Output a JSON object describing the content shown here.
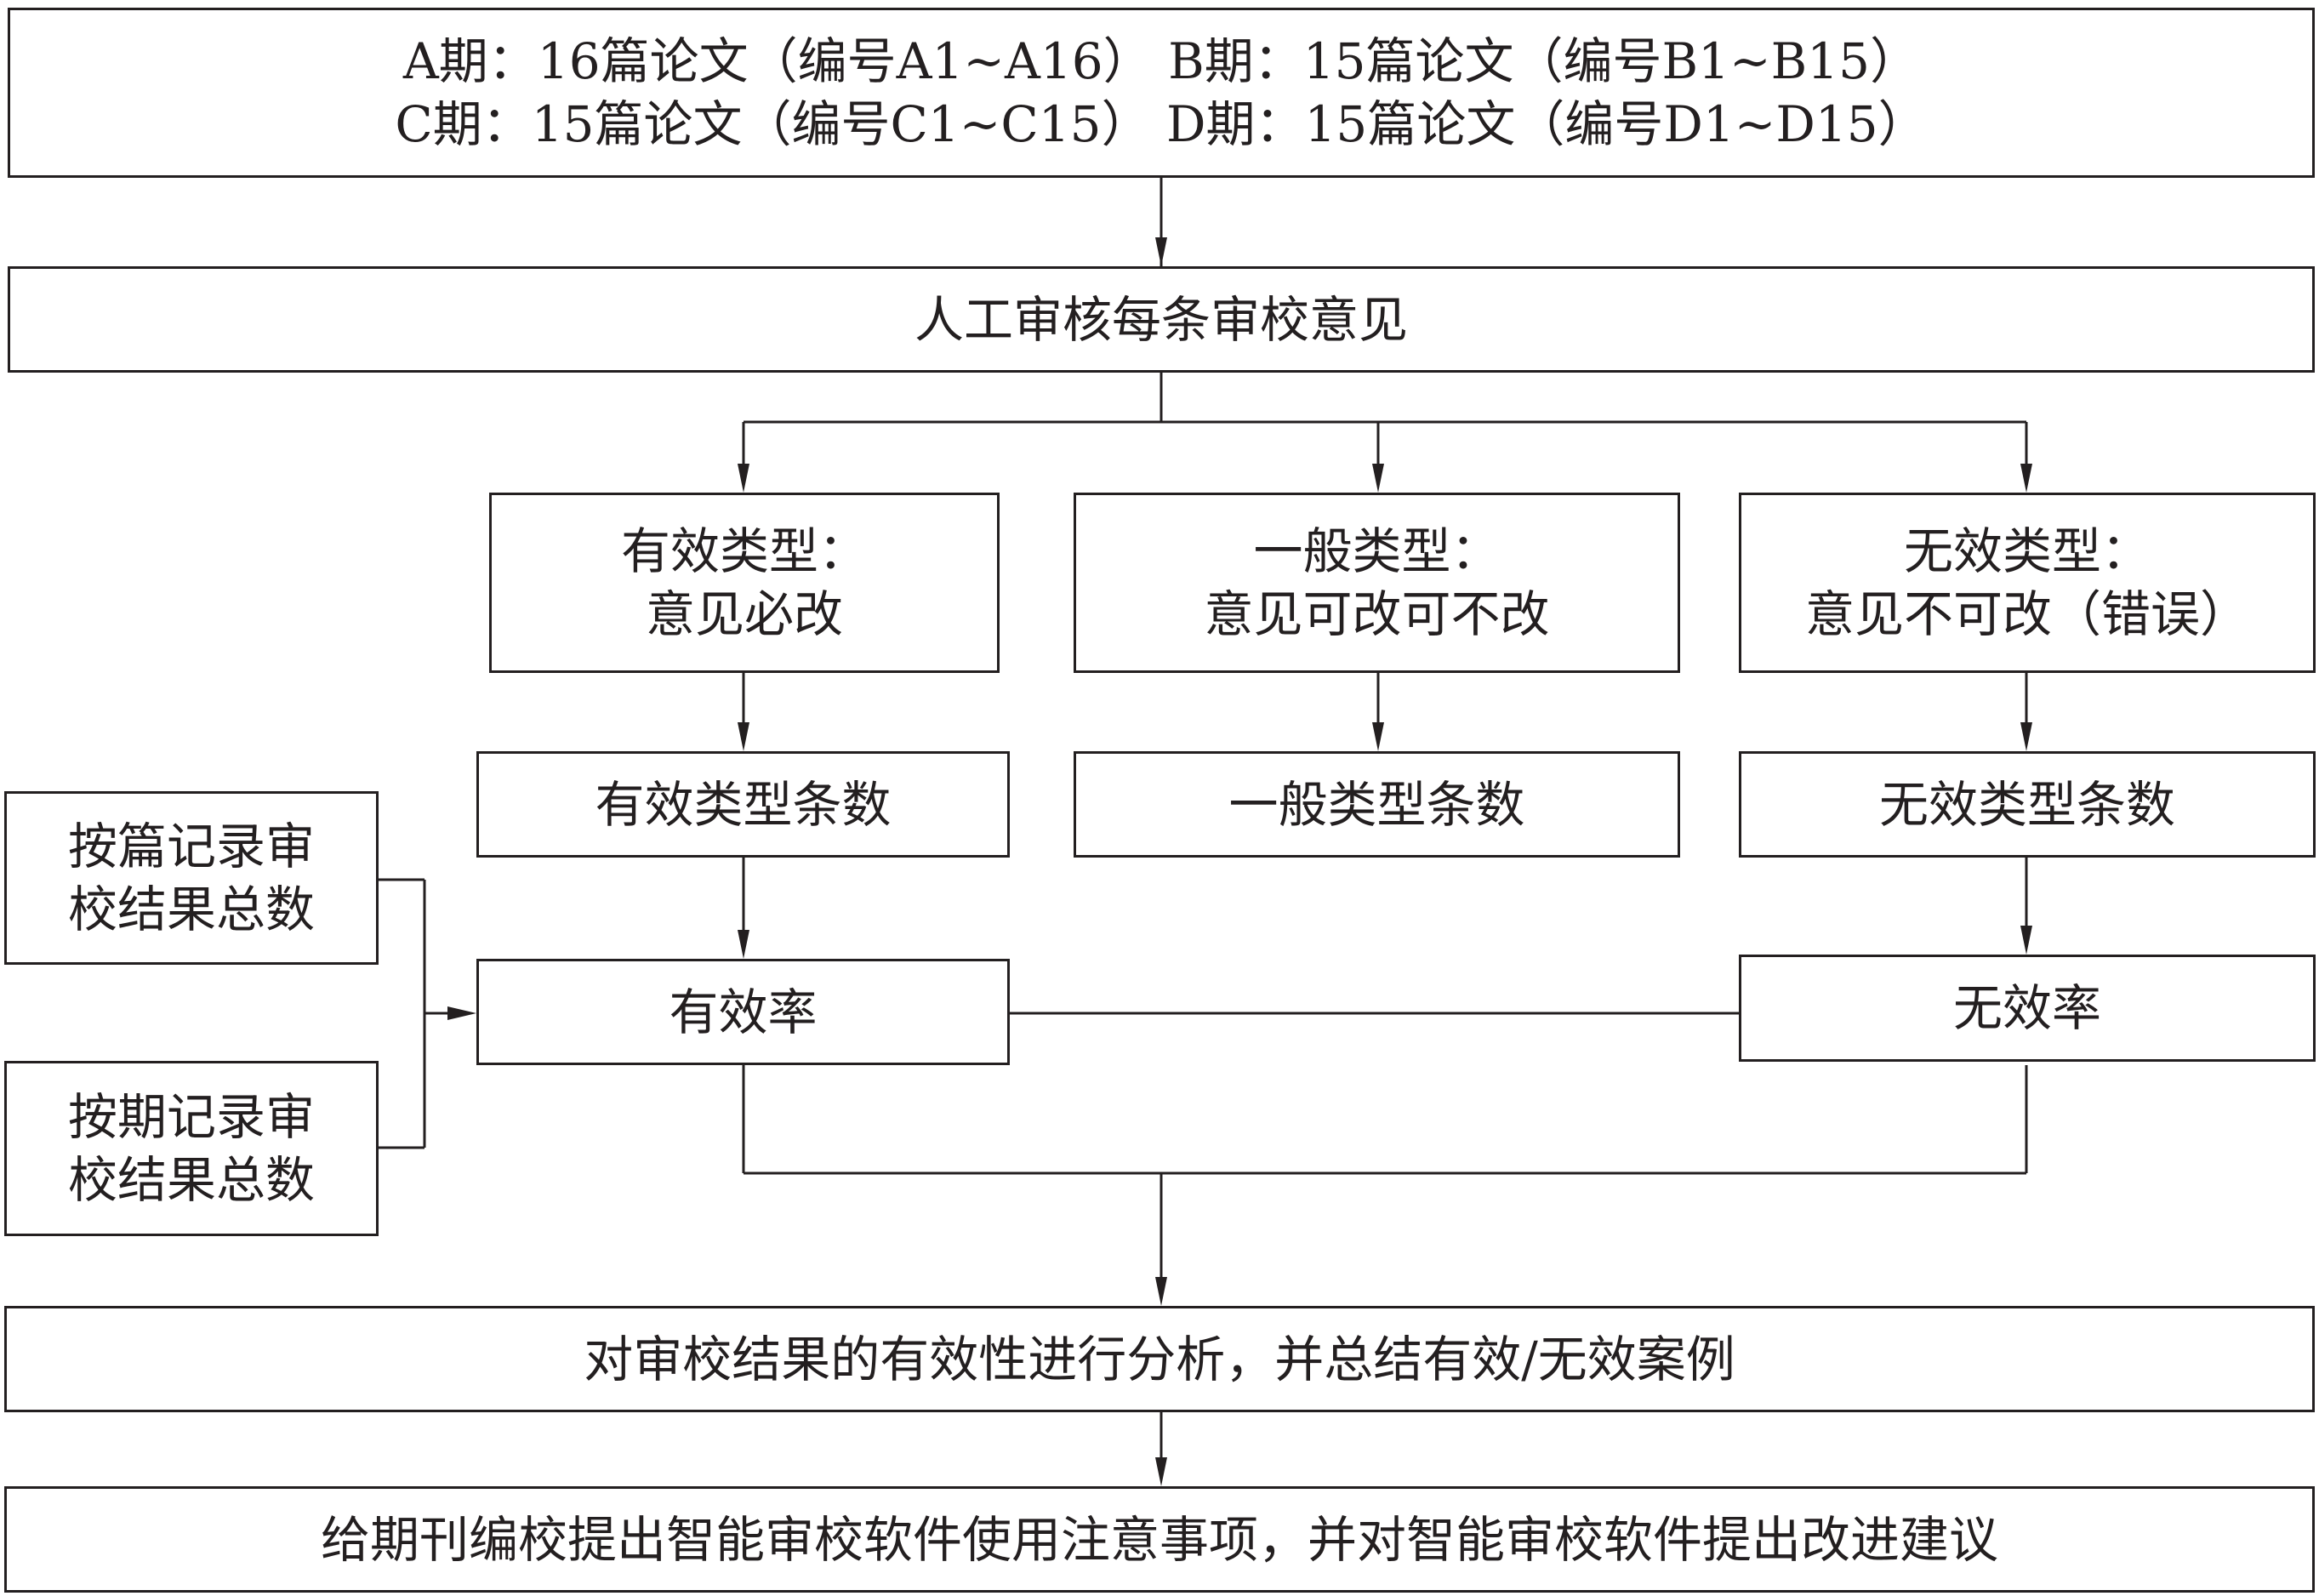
{
  "top": {
    "line1": "A期：16篇论文（编号A1~A16） B期：15篇论文（编号B1~B15）",
    "line2": "C期：15篇论文（编号C1~C15） D期：15篇论文（编号D1~D15）"
  },
  "review": "人工审核每条审校意见",
  "types": [
    {
      "title": "有效类型：",
      "desc": "意见必改",
      "count": "有效类型条数"
    },
    {
      "title": "一般类型：",
      "desc": "意见可改可不改",
      "count": "一般类型条数"
    },
    {
      "title": "无效类型：",
      "desc": "意见不可改（错误）",
      "count": "无效类型条数"
    }
  ],
  "rates": {
    "valid": "有效率",
    "invalid": "无效率"
  },
  "records": [
    {
      "line1": "按篇记录审",
      "line2": "校结果总数"
    },
    {
      "line1": "按期记录审",
      "line2": "校结果总数"
    }
  ],
  "analysis": "对审校结果的有效性进行分析，并总结有效/无效案例",
  "suggestion": "给期刊编校提出智能审校软件使用注意事项，并对智能审校软件提出改进建议"
}
